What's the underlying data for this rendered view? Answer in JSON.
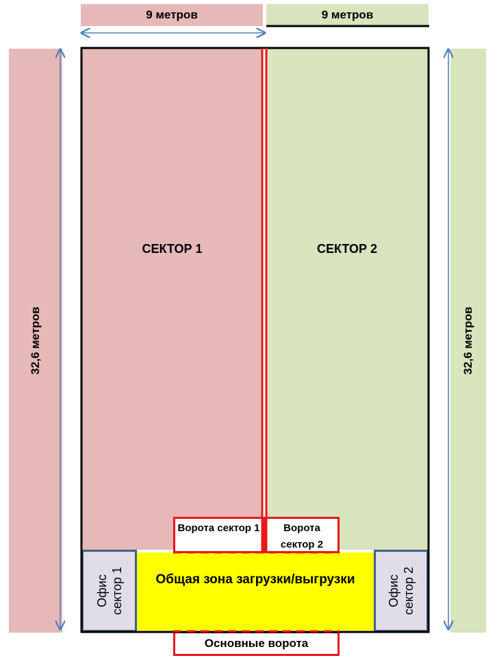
{
  "dimensions": {
    "top_left": "9 метров",
    "top_right": "9 метров",
    "left": "32,6 метров",
    "right": "32,6 метров"
  },
  "sectors": {
    "sector1": "СЕКТОР 1",
    "sector2": "СЕКТОР 2"
  },
  "gates": {
    "gate1": "Ворота сектор 1",
    "gate2": "Ворота сектор 2",
    "main": "Основные ворота"
  },
  "offices": {
    "office1_line1": "Офис",
    "office1_line2": "сектор 1",
    "office2_line1": "Офис",
    "office2_line2": "сектор 2"
  },
  "loading_zone": "Общая зона загрузки/выгрузки",
  "colors": {
    "sector1": "#e6b8b7",
    "sector2": "#d7e4bd",
    "loading_zone": "#ffff00",
    "gate_border": "#e8171c",
    "office_border": "#3e5f8a",
    "arrow": "#4f81bd"
  }
}
